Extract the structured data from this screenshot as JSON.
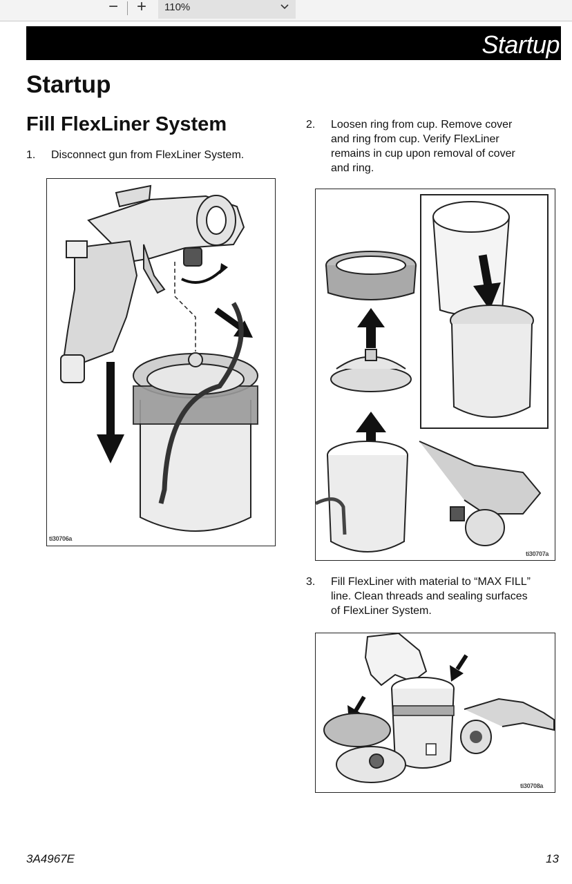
{
  "viewer": {
    "zoom_out_label": "−",
    "zoom_in_label": "+",
    "zoom_value": "110%",
    "chevron_icon": "chevron-down-icon"
  },
  "page": {
    "header_title": "Startup",
    "title": "Startup",
    "section_title": "Fill FlexLiner System",
    "steps": [
      {
        "number": "1.",
        "lines": [
          "Disconnect gun from FlexLiner System."
        ]
      },
      {
        "number": "2.",
        "lines": [
          "Loosen ring from cup. Remove cover",
          "and ring from cup. Verify FlexLiner",
          "remains in cup upon removal of cover",
          "and ring."
        ]
      },
      {
        "number": "3.",
        "lines": [
          "Fill FlexLiner with material to “MAX FILL”",
          "line. Clean threads and sealing surfaces",
          "of FlexLiner System."
        ]
      }
    ],
    "figures": [
      {
        "id": "ti30706a"
      },
      {
        "id": "ti30707a"
      },
      {
        "id": "ti30708a"
      }
    ],
    "footer_left": "3A4967E",
    "footer_right": "13"
  }
}
